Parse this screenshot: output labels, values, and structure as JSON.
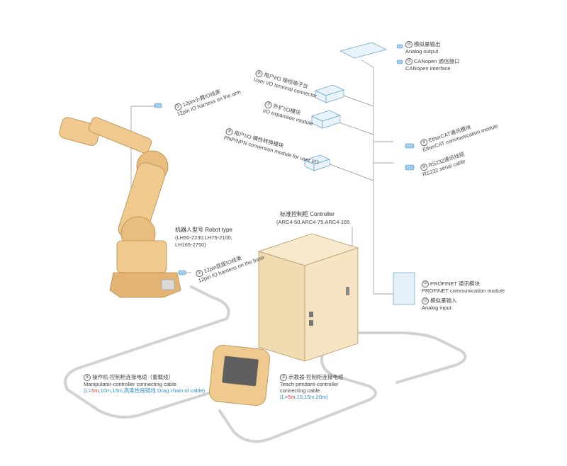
{
  "robot": {
    "title_cn": "机器人型号 Robot type",
    "models_1": "(LH50-2230,LH75-2100,",
    "models_2": "LH165-2750)"
  },
  "controller": {
    "title": "标准控制柜 Controller",
    "models": "(ARC4-50,ARC4-75,ARC4-165"
  },
  "items": [
    {
      "n": "②",
      "cn": "12pin小臂IO线束",
      "en": "12pin IO harness on the arm"
    },
    {
      "n": "③",
      "cn": "12pin底座IO线束",
      "en": "12pin IO harness on the base"
    },
    {
      "n": "④",
      "cn": "操作机-控制柜连接电缆（重载线）",
      "en": "Manipulator-controller connecting cable",
      "len_prefix": "(L=",
      "len_red": "5m",
      "len_rest": ",10m,15m,高柔性拖链线 Drag chain of cable)"
    },
    {
      "n": "⑤",
      "cn": "示教器-控制柜连接电缆",
      "en1": "Teach pendant-controller",
      "en2": "connecting cable",
      "len_prefix": "(L=",
      "len_red": "5m",
      "len_rest": ",10,15m,20m)"
    },
    {
      "n": "⑥",
      "cn": "用户I/O 接线端子台",
      "en": "User I/O terminal connector"
    },
    {
      "n": "⑦",
      "cn": "外扩I/O模块",
      "en": "I/O expansion module"
    },
    {
      "n": "⑧",
      "cn": "用户I/O 模性转换模块",
      "en": "PNP/NPN conversion module for user I/O"
    },
    {
      "n": "⑨",
      "cn": "EtherCAT通讯模块",
      "en": "EtherCAT  communication module"
    },
    {
      "n": "⑩",
      "cn": "RS232通讯线缆",
      "en": "RS232 serial cable"
    },
    {
      "n": "⑫",
      "cn": "PROFINET 通讯模块",
      "en": "PROFINET communication module"
    },
    {
      "n": "⑬",
      "cn": "模拟量输入",
      "en": "Analog input"
    },
    {
      "n": "⑭",
      "cn": "模拟量输出",
      "en": "Analog output"
    },
    {
      "n": "⑮",
      "cn": "CANopen 通信接口",
      "en": "CANopen interface"
    }
  ],
  "colors": {
    "robot": "#efc98e",
    "robot_dark": "#c99b59",
    "cabinet": "#f3dfb7",
    "cable": "#cfcfcf",
    "accent_blue": "#2f8fce",
    "accent_red": "#e23b2e"
  }
}
